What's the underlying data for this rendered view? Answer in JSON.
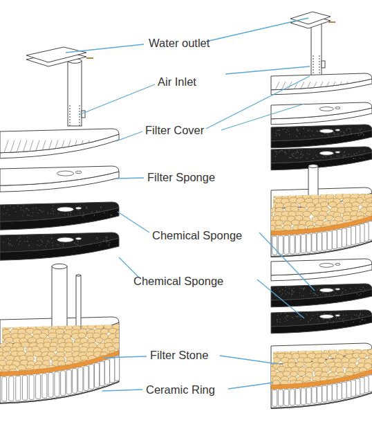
{
  "diagram": {
    "labels": [
      "Water outlet",
      "Air Inlet",
      "Filter Cover",
      "Filter Sponge",
      "Chemical Sponge",
      "Chemical Sponge",
      "Filter Stone",
      "Ceramic Ring"
    ]
  }
}
